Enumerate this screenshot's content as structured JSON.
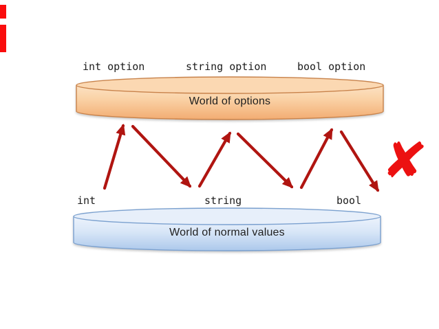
{
  "diagram": {
    "top_labels": [
      "int option",
      "string option",
      "bool option"
    ],
    "bottom_labels": [
      "int",
      "string",
      "bool"
    ],
    "options_world": {
      "title": "World of options"
    },
    "values_world": {
      "title": "World of normal values"
    },
    "x_mark": {
      "glyph": "✘",
      "color": "#ec1111"
    },
    "colors": {
      "options_fill_light": "#fce2c4",
      "options_fill_dark": "#f2ac72",
      "options_border": "#c8824a",
      "values_fill_light": "#edf3fc",
      "values_fill_dark": "#acc8eb",
      "values_border": "#7aa0cf",
      "arrow_red": "#b01511",
      "edge_mark_red": "#fa0d0d",
      "label_text": "#1c1c1c"
    },
    "connections": [
      {
        "from": "int",
        "to": "World of options",
        "direction": "up"
      },
      {
        "from": "World of options",
        "to": "string",
        "direction": "down"
      },
      {
        "from": "string",
        "to": "World of options",
        "direction": "up"
      },
      {
        "from": "World of options",
        "to": "bool",
        "direction": "down"
      },
      {
        "from": "bool",
        "to": "World of options",
        "direction": "up"
      },
      {
        "from": "World of options",
        "to": "none",
        "direction": "down",
        "blocked": true
      }
    ]
  }
}
